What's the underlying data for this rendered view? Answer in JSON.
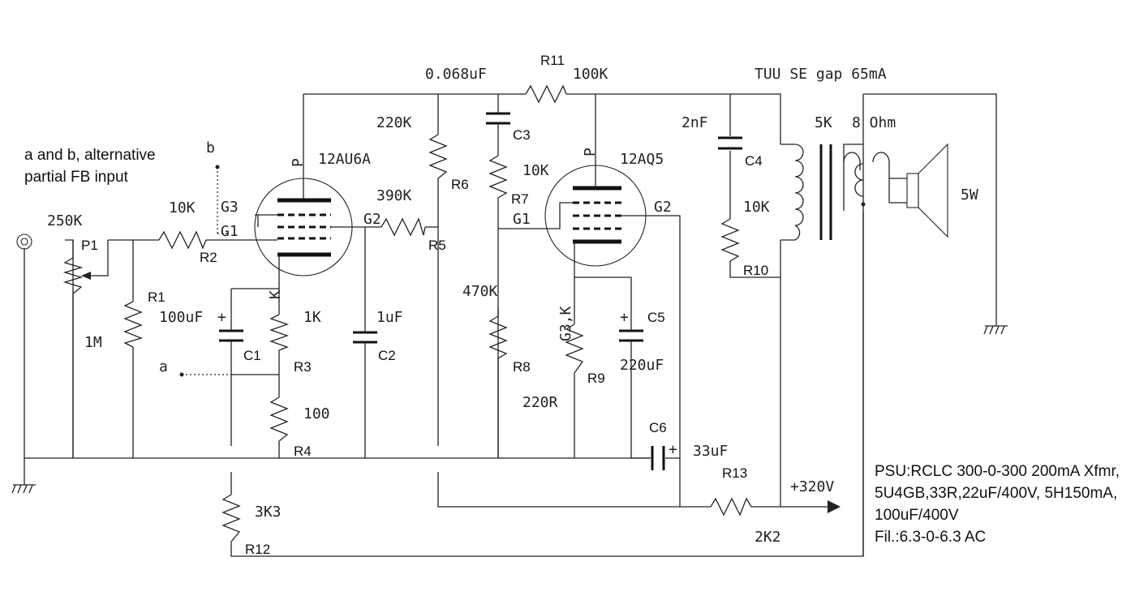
{
  "notes": {
    "feedback_line1": "a and b, alternative",
    "feedback_line2": "partial FB input",
    "node_a": "a",
    "node_b": "b",
    "transformer": "TUU SE gap 65mA",
    "psu_line1": "PSU:RCLC 300-0-300 200mA Xfmr,",
    "psu_line2": "5U4GB,33R,22uF/400V, 5H150mA,",
    "psu_line3": "100uF/400V",
    "psu_line4": "Fil.:6.3-0-6.3 AC"
  },
  "tubes": {
    "v1": {
      "type": "12AU6A",
      "p": "P",
      "g1": "G1",
      "g2": "G2",
      "g3": "G3",
      "k": "K"
    },
    "v2": {
      "type": "12AQ5",
      "p": "P",
      "g1": "G1",
      "g2": "G2",
      "k": "G3,K"
    }
  },
  "components": {
    "p1": {
      "ref": "P1",
      "value": "250K"
    },
    "r1": {
      "ref": "R1",
      "value": "1M"
    },
    "r2": {
      "ref": "R2",
      "value": "10K"
    },
    "r3": {
      "ref": "R3",
      "value": "1K"
    },
    "r4": {
      "ref": "R4",
      "value": "100"
    },
    "r5": {
      "ref": "R5",
      "value": "390K"
    },
    "r6": {
      "ref": "R6",
      "value": "220K"
    },
    "r7": {
      "ref": "R7",
      "value": "10K"
    },
    "r8": {
      "ref": "R8",
      "value": "470K"
    },
    "r9": {
      "ref": "R9",
      "value": "220R"
    },
    "r10": {
      "ref": "R10",
      "value": "10K"
    },
    "r11": {
      "ref": "R11",
      "value": "100K"
    },
    "r12": {
      "ref": "R12",
      "value": "3K3"
    },
    "r13": {
      "ref": "R13",
      "value": "2K2"
    },
    "c1": {
      "ref": "C1",
      "value": "100uF",
      "polarity": "+"
    },
    "c2": {
      "ref": "C2",
      "value": "1uF"
    },
    "c3": {
      "ref": "C3",
      "value": "0.068uF"
    },
    "c4": {
      "ref": "C4",
      "value": "2nF"
    },
    "c5": {
      "ref": "C5",
      "value": "220uF",
      "polarity": "+"
    },
    "c6": {
      "ref": "C6",
      "value": "33uF",
      "polarity": "+"
    },
    "ot": {
      "primary": "5K",
      "secondary": "8 Ohm"
    },
    "speaker": {
      "power": "5W"
    }
  },
  "supply": {
    "bplus": "+320V"
  }
}
